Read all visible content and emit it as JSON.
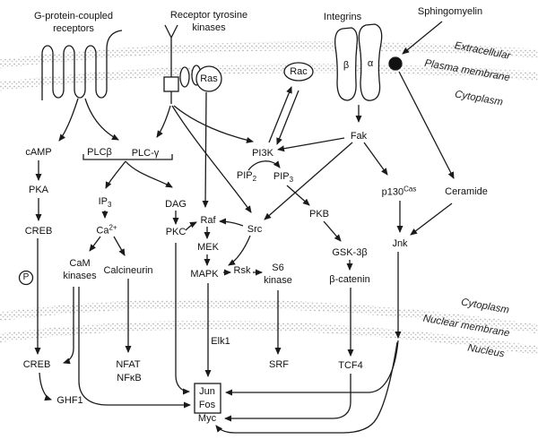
{
  "receptors": {
    "gpcr_line1": "G-protein-coupled",
    "gpcr_line2": "receptors",
    "rtk_line1": "Receptor tyrosine",
    "rtk_line2": "kinases",
    "integrins": "Integrins",
    "integrin_beta": "β",
    "integrin_alpha": "α",
    "sphingomyelin": "Sphingomyelin",
    "ras": "Ras",
    "rac": "Rac"
  },
  "membrane": {
    "extracellular": "Extracellular",
    "plasma_membrane": "Plasma membrane",
    "cytoplasm_upper": "Cytoplasm",
    "cytoplasm_lower": "Cytoplasm",
    "nuclear_membrane": "Nuclear membrane",
    "nucleus": "Nucleus"
  },
  "molecules": {
    "camp": "cAMP",
    "pka": "PKA",
    "creb_cytoplasm": "CREB",
    "phospho": "P",
    "plc_beta": "PLCβ",
    "plc_gamma": "PLC-γ",
    "ip3": {
      "base": "IP",
      "sub": "3"
    },
    "ca": {
      "base": "Ca",
      "sup": "2+"
    },
    "cam_line1": "CaM",
    "cam_line2": "kinases",
    "calcineurin": "Calcineurin",
    "dag": "DAG",
    "pkc": "PKC",
    "raf": "Raf",
    "mek": "MEK",
    "mapk": "MAPK",
    "rsk": "Rsk",
    "s6_line1": "S6",
    "s6_line2": "kinase",
    "pi3k": "PI3K",
    "pip2": {
      "base": "PIP",
      "sub": "2"
    },
    "pip3": {
      "base": "PIP",
      "sub": "3"
    },
    "src": "Src",
    "fak": "Fak",
    "pkb": "PKB",
    "gsk3b": "GSK-3β",
    "beta_catenin": "β-catenin",
    "p130cas": {
      "base": "p130",
      "sup": "Cas"
    },
    "ceramide": "Ceramide",
    "jnk": "Jnk"
  },
  "nucleus_factors": {
    "creb": "CREB",
    "ghf1": "GHF1",
    "nfat": "NFAT",
    "nfkb": "NFκB",
    "elk1": "Elk1",
    "srf": "SRF",
    "tcf4": "TCF4",
    "jun": "Jun",
    "fos": "Fos",
    "myc": "Myc"
  },
  "edges": [
    "gpcr->camp",
    "gpcr->plc_beta",
    "rtk->plc_gamma",
    "rtk->pi3k",
    "rtk->src",
    "ras->raf",
    "camp->pka",
    "pka->creb_cytoplasm",
    "creb_cytoplasm->creb_nuclear",
    "plc->ip3",
    "plc->dag",
    "ip3->ca2+",
    "ca2+->cam_kinases",
    "ca2+->calcineurin",
    "dag->pkc",
    "pkc->raf",
    "pkc->jun",
    "src->raf",
    "src->mapk",
    "raf->mek",
    "mek->mapk",
    "mapk->rsk",
    "rsk->s6_kinase",
    "mapk->elk1->jun_fos",
    "pi3k->rac",
    "rac->pi3k",
    "pip2->pip3",
    "pip3->pkb",
    "pkb->gsk3b",
    "gsk3b->beta_catenin",
    "beta_catenin->tcf4",
    "integrins->fak",
    "fak->pi3k",
    "fak->src",
    "fak->p130cas",
    "p130cas->jnk",
    "sphingomyelin->ceramide",
    "ceramide->jnk",
    "jnk->jun",
    "jnk->myc",
    "tcf4->myc",
    "s6_kinase->srf",
    "cam_kinases->creb_nuclear",
    "cam_kinases->fos",
    "calcineurin->nfat",
    "creb_nuclear->ghf1"
  ],
  "colors": {
    "line": "#1a1a1a",
    "membrane_dot": "#b5b5b5",
    "background": "#ffffff"
  }
}
